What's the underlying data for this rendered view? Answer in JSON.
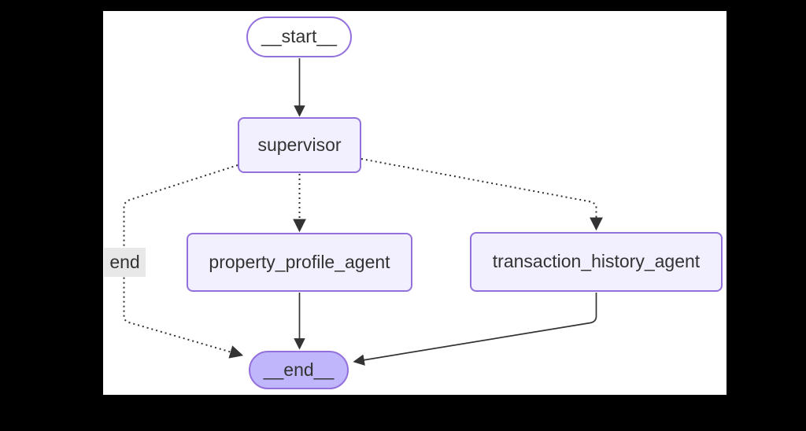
{
  "diagram": {
    "kind": "state-graph",
    "direction": "top-down",
    "nodes": [
      {
        "id": "__start__",
        "label": "__start__",
        "shape": "stadium"
      },
      {
        "id": "supervisor",
        "label": "supervisor",
        "shape": "rounded-rect"
      },
      {
        "id": "property_profile_agent",
        "label": "property_profile_agent",
        "shape": "rounded-rect"
      },
      {
        "id": "transaction_history_agent",
        "label": "transaction_history_agent",
        "shape": "rounded-rect"
      },
      {
        "id": "__end__",
        "label": "__end__",
        "shape": "stadium"
      }
    ],
    "edges": [
      {
        "from": "__start__",
        "to": "supervisor",
        "style": "solid",
        "label": ""
      },
      {
        "from": "supervisor",
        "to": "property_profile_agent",
        "style": "dotted",
        "label": ""
      },
      {
        "from": "supervisor",
        "to": "transaction_history_agent",
        "style": "dotted",
        "label": ""
      },
      {
        "from": "supervisor",
        "to": "__end__",
        "style": "dotted",
        "label": "end"
      },
      {
        "from": "property_profile_agent",
        "to": "__end__",
        "style": "solid",
        "label": ""
      },
      {
        "from": "transaction_history_agent",
        "to": "__end__",
        "style": "solid",
        "label": ""
      }
    ],
    "colors": {
      "bg": "#000000",
      "canvas": "#ffffff",
      "node_fill": "#f2f0ff",
      "node_stroke": "#9370db",
      "start_fill": "#ffffff",
      "end_fill": "#bfb6fc",
      "edge_color": "#333333",
      "label_bg": "#e8e8e8",
      "text_color": "#333333"
    }
  }
}
